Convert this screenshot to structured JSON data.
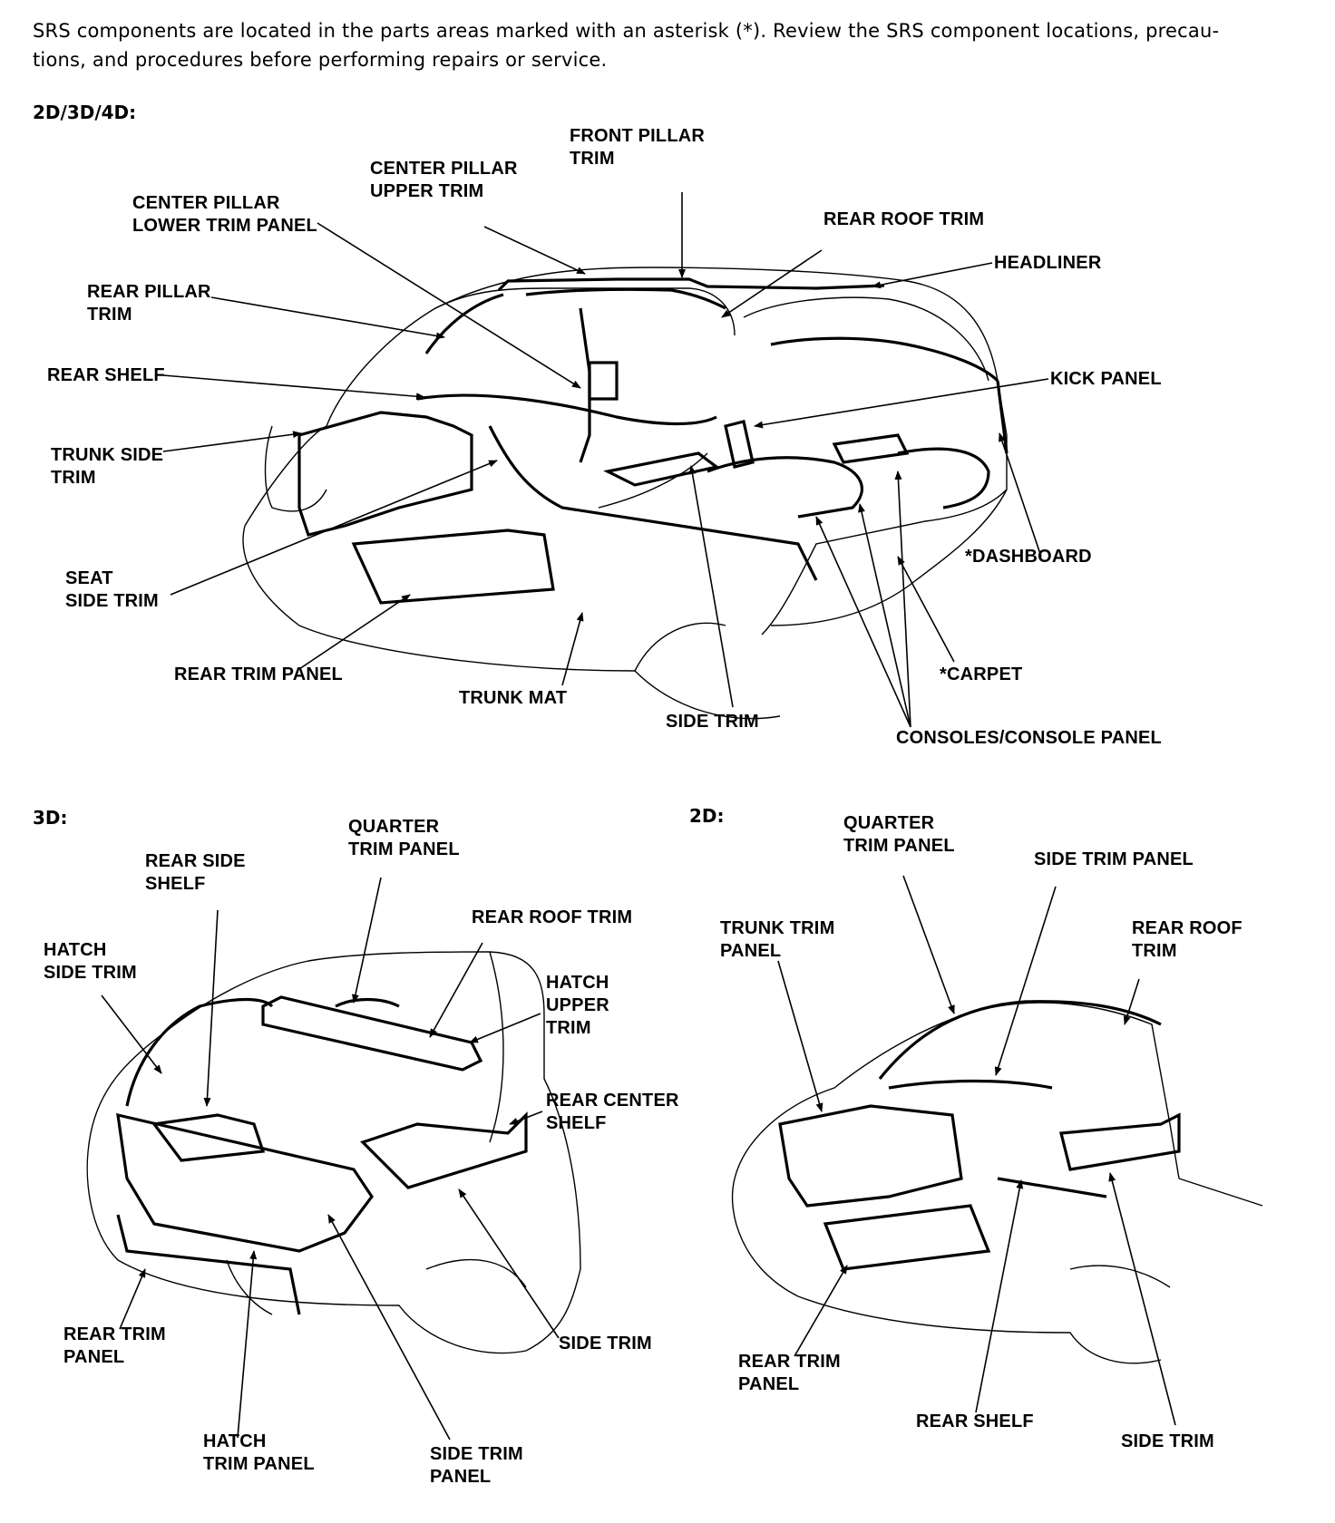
{
  "intro": {
    "line1": "SRS components are located in the parts areas marked with an asterisk (*). Review the SRS component locations, precau-",
    "line2": "tions, and procedures before performing repairs or service."
  },
  "sections": {
    "main": {
      "heading": "2D/3D/4D:",
      "labels": {
        "front_pillar_trim": [
          "FRONT PILLAR",
          "TRIM"
        ],
        "center_pillar_upper_trim": [
          "CENTER PILLAR",
          "UPPER TRIM"
        ],
        "center_pillar_lower_trim_panel": [
          "CENTER PILLAR",
          "LOWER TRIM PANEL"
        ],
        "rear_roof_trim": [
          "REAR ROOF TRIM"
        ],
        "headliner": [
          "HEADLINER"
        ],
        "rear_pillar_trim": [
          "REAR PILLAR",
          "TRIM"
        ],
        "rear_shelf": [
          "REAR SHELF"
        ],
        "kick_panel": [
          "KICK PANEL"
        ],
        "trunk_side_trim": [
          "TRUNK SIDE",
          "TRIM"
        ],
        "dashboard": [
          "*DASHBOARD"
        ],
        "seat_side_trim": [
          "SEAT",
          "SIDE TRIM"
        ],
        "rear_trim_panel": [
          "REAR TRIM PANEL"
        ],
        "carpet": [
          "*CARPET"
        ],
        "trunk_mat": [
          "TRUNK MAT"
        ],
        "side_trim": [
          "SIDE TRIM"
        ],
        "consoles": [
          "CONSOLES/CONSOLE PANEL"
        ]
      }
    },
    "three_door": {
      "heading": "3D:",
      "labels": {
        "quarter_trim_panel": [
          "QUARTER",
          "TRIM PANEL"
        ],
        "rear_side_shelf": [
          "REAR SIDE",
          "SHELF"
        ],
        "rear_roof_trim": [
          "REAR ROOF TRIM"
        ],
        "hatch_side_trim": [
          "HATCH",
          "SIDE TRIM"
        ],
        "hatch_upper_trim": [
          "HATCH",
          "UPPER",
          "TRIM"
        ],
        "rear_center_shelf": [
          "REAR CENTER",
          "SHELF"
        ],
        "rear_trim_panel": [
          "REAR TRIM",
          "PANEL"
        ],
        "side_trim": [
          "SIDE TRIM"
        ],
        "hatch_trim_panel": [
          "HATCH",
          "TRIM PANEL"
        ],
        "side_trim_panel": [
          "SIDE TRIM",
          "PANEL"
        ]
      }
    },
    "two_door": {
      "heading": "2D:",
      "labels": {
        "quarter_trim_panel": [
          "QUARTER",
          "TRIM PANEL"
        ],
        "side_trim_panel": [
          "SIDE TRIM PANEL"
        ],
        "trunk_trim_panel": [
          "TRUNK TRIM",
          "PANEL"
        ],
        "rear_roof_trim": [
          "REAR ROOF",
          "TRIM"
        ],
        "rear_trim_panel": [
          "REAR TRIM",
          "PANEL"
        ],
        "rear_shelf": [
          "REAR SHELF"
        ],
        "side_trim": [
          "SIDE TRIM"
        ]
      }
    }
  }
}
